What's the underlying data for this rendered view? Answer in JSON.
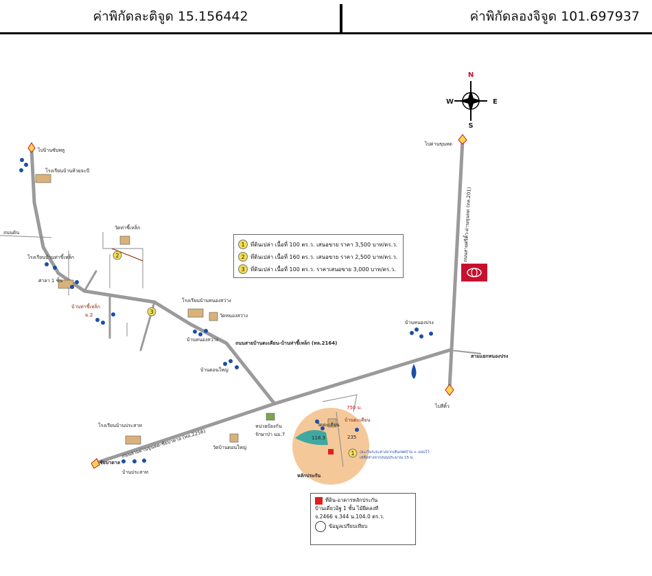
{
  "header": {
    "latitude": "ค่าพิกัดละติจูด 15.156442",
    "longitude": "ค่าพิกัดลองจิจูด 101.697937"
  },
  "compass": {
    "n": "N",
    "s": "S",
    "e": "E",
    "w": "W"
  },
  "labels": {
    "to_top_left": "ไปบ้านซับพลู",
    "school_top": "โรงเรียนบ้านห้วยจะบี",
    "temple_left": "วัดท่าขี้เหล็ก",
    "road_left": "ถนนดิน",
    "school_left": "โรงเรียนบ้านท่าขี้เหล็ก",
    "sala": "ศาลา 1 ชั้น",
    "village_left": "บ้านท่าขี้เหล็ก",
    "village_left_moo": "ม.2",
    "school_mid": "โรงเรียนบ้านหนองสว่าง",
    "temple_mid": "วัดหนองสว่าง",
    "village_mid": "บ้านหนองสว่าง",
    "village_dong": "บ้านดอนใหญ่",
    "main_road": "ถนนสายบ้านตะเคียน-บ้านท่าขี้เหล็ก (ทล.2164)",
    "highway_v": "ถนนสายศรีคิ้ว-ด่านขุนทด (ทล.201)",
    "to_top_right": "ไปด่านขุนทด",
    "to_bottom_right": "ไปสีคิ้ว",
    "village_right": "บ้านหนองปรง",
    "junction": "สามแยกหนองปรง",
    "road_south": "ถนนสายด่านขุนทด-ชัยบาดาล (ทล.2256)",
    "to_bottom_left": "ชัยบาดาล",
    "school_bottom": "โรงเรียนบ้านประสาท",
    "village_prasat": "บ้านประสาท",
    "temple_dong": "วัดบ้านดอนใหญ่",
    "health": "หน่วยป้องกัน",
    "health2": "รักษาป่า นม.7",
    "temple_target": "วัดตะเคียน",
    "village_target": "บ้านตะเคียน",
    "distance": "750 ม.",
    "plot_a": "118.3",
    "plot_b": "235",
    "note_blue": "(ละเว้นระยะทางจากเส้นเขตบ้าน + แนบไว้",
    "note_blue2": "เหลือห่างจากถนนประมาณ 15 ม.",
    "collateral": "หลักประกัน"
  },
  "legend": {
    "items": [
      {
        "num": "1",
        "text": "ที่ดินเปล่า เนื้อที่ 100 ตร.ว. เสนอขาย ราคา 3,500 บาท/ตร.ว."
      },
      {
        "num": "2",
        "text": "ที่ดินเปล่า เนื้อที่ 160 ตร.ว. เสนอขาย ราคา 2,500 บาท/ตร.ว."
      },
      {
        "num": "3",
        "text": "ที่ดินเปล่า เนื้อที่ 100 ตร.ว. ราคาเสนอขาย 3,000 บาท/ตร.ว."
      }
    ]
  },
  "keybox": {
    "line1": "ที่ดิน-อาคารหลักประกัน",
    "line2": "บ้านเดี่ยวอิฐ 1 ชั้น ไม้ฝีคลงที",
    "line3": "จ.2466 จ.344 น.104.0 ตร.ว.",
    "line4": "ข้อมูลเปรียบเทียบ"
  },
  "colors": {
    "road": "#9a9a9a",
    "target_area": "#f5c89a",
    "water": "#3fa8a0",
    "collateral": "#e02020",
    "brand": "#c8102e"
  }
}
